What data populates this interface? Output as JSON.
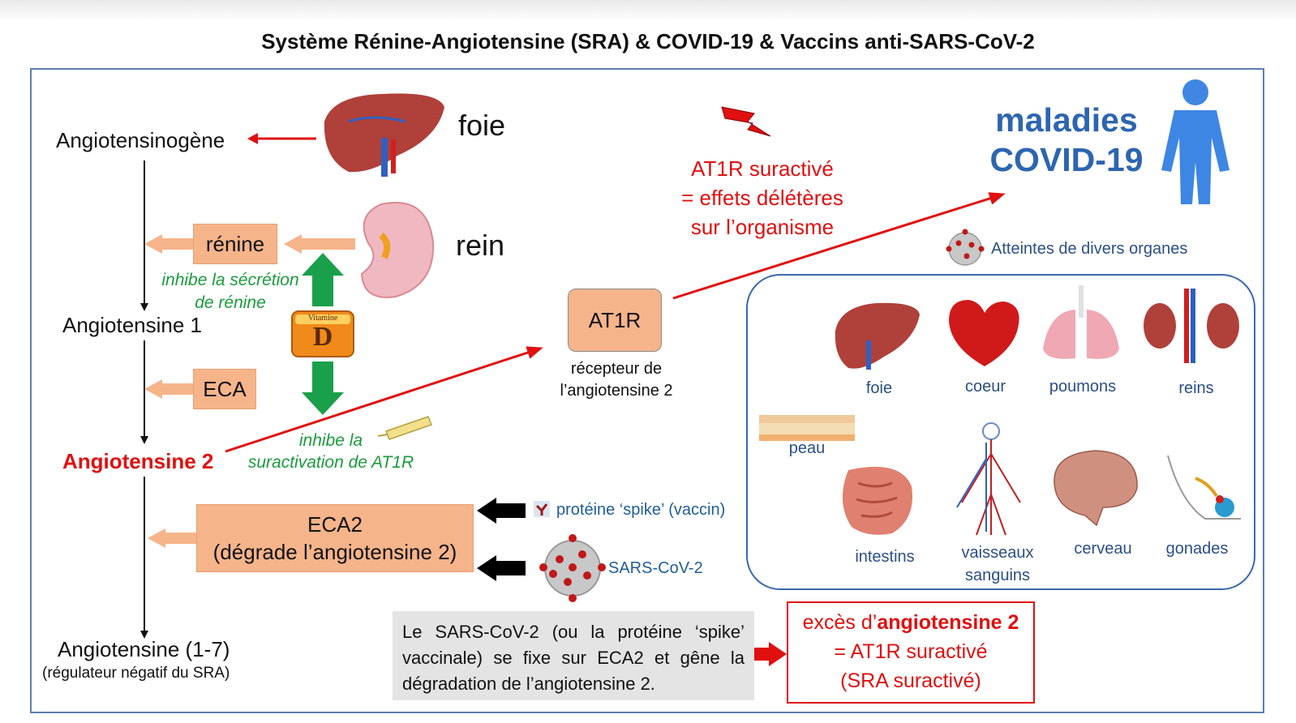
{
  "title": "Système Rénine-Angiotensine (SRA) & COVID-19 & Vaccins anti-SARS-CoV-2",
  "pathway": {
    "angiotensinogen": "Angiotensinogène",
    "angiotensin1": "Angiotensine 1",
    "angiotensin2": "Angiotensine 2",
    "angiotensin17": "Angiotensine (1-7)",
    "angiotensin17_note": "(régulateur négatif du SRA)"
  },
  "enzymes": {
    "renin": "rénine",
    "eca": "ECA",
    "eca2_line1": "ECA2",
    "eca2_line2": "(dégrade l’angiotensine 2)"
  },
  "organs_source": {
    "liver": "foie",
    "kidney": "rein"
  },
  "vitamin_d": {
    "badge_small": "Vitamine",
    "badge_letter": "D",
    "inhibit_renin_line1": "inhibe la sécrétion",
    "inhibit_renin_line2": "de rénine",
    "inhibit_at1r_line1": "inhibe la",
    "inhibit_at1r_line2": "suractivation de AT1R"
  },
  "receptor": {
    "label": "AT1R",
    "caption_line1": "récepteur de",
    "caption_line2": "l’angiotensine 2"
  },
  "overactive": {
    "line1": "AT1R suractivé",
    "line2": "= effets délétères",
    "line3": "sur l’organisme"
  },
  "disease": {
    "line1": "maladies",
    "line2": "COVID-19"
  },
  "organs_header": "Atteintes de divers organes",
  "organs": {
    "foie": "foie",
    "coeur": "coeur",
    "poumons": "poumons",
    "reins": "reins",
    "peau": "peau",
    "intestins": "intestins",
    "vaisseaux_line1": "vaisseaux",
    "vaisseaux_line2": "sanguins",
    "cerveau": "cerveau",
    "gonades": "gonades"
  },
  "binders": {
    "spike": "protéine ‘spike’ (vaccin)",
    "virus": "SARS-CoV-2"
  },
  "info_text": "Le SARS-CoV-2 (ou la protéine ‘spike’ vaccinale) se fixe sur ECA2 et gêne la dégradation de l’angiotensine 2.",
  "excess": {
    "prefix": "excès d’",
    "bold": "angiotensine 2",
    "line2": "= AT1R suractivé",
    "line3": "(SRA suractivé)"
  },
  "colors": {
    "red": "#e01010",
    "green": "#1a9c3c",
    "orange": "#f6b48a",
    "blue": "#2d65b0",
    "frame": "#5d7fb0"
  }
}
